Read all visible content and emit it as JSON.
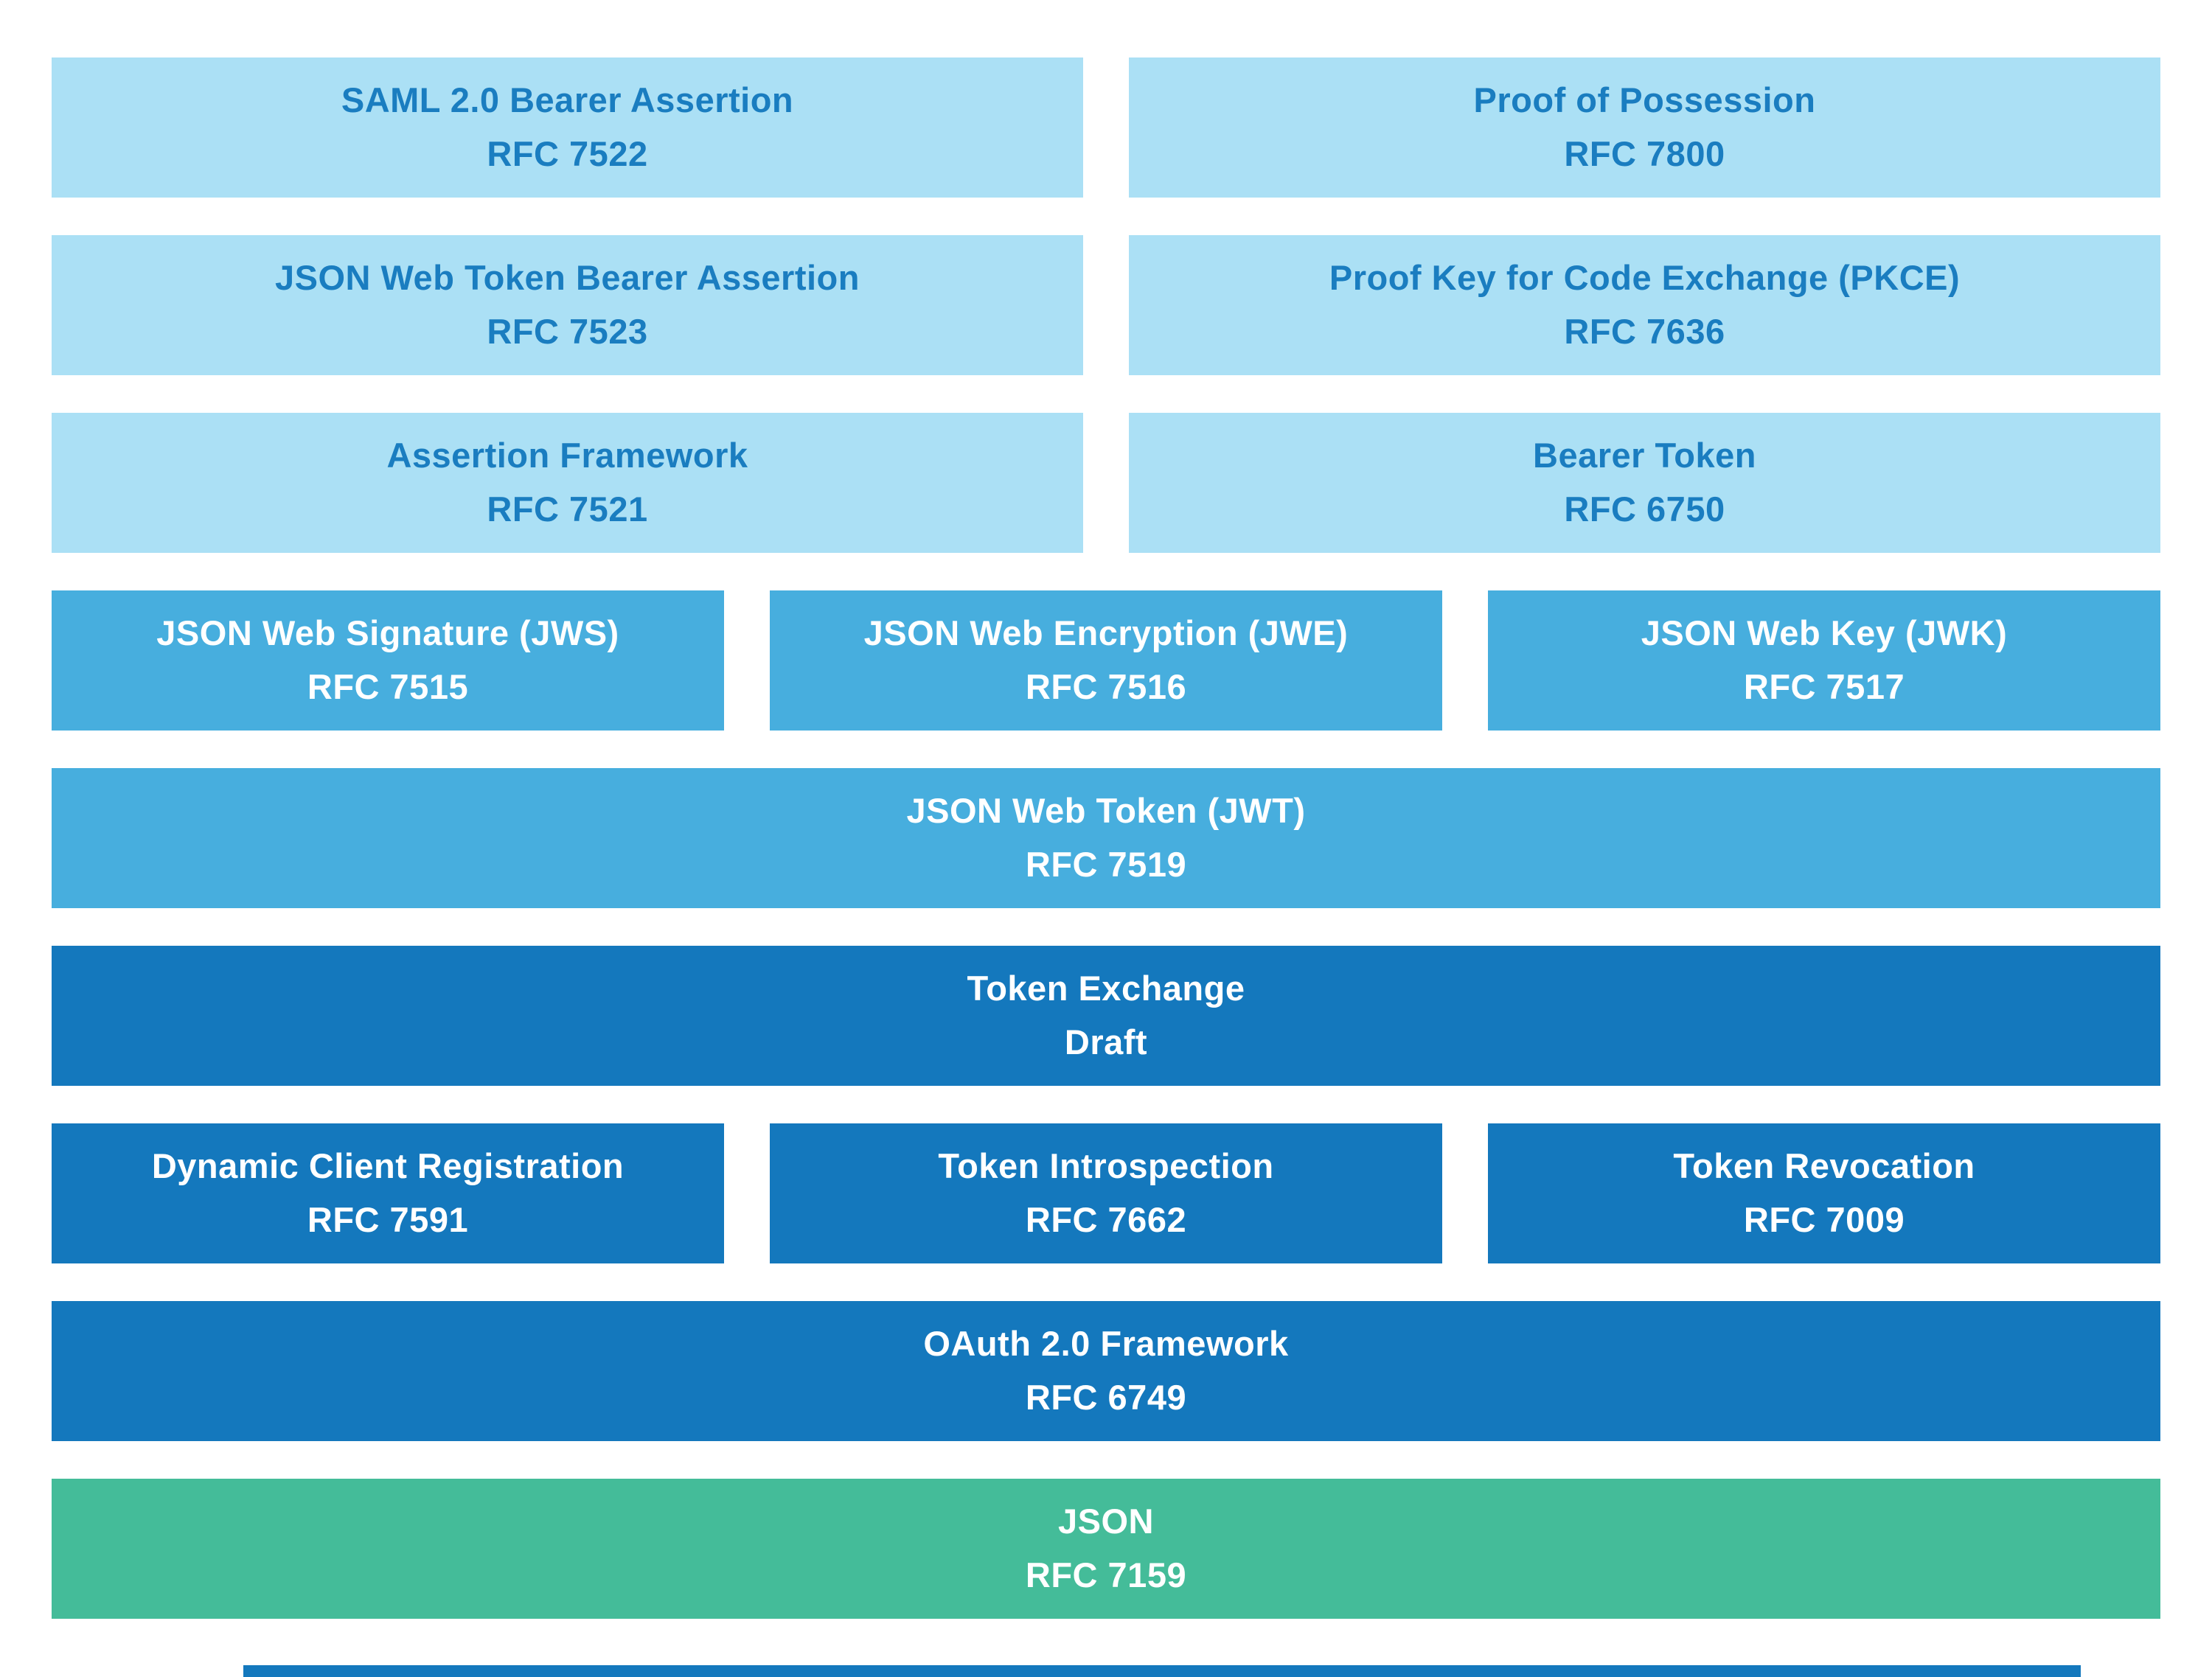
{
  "colors": {
    "light_blue": "#abe0f5",
    "medium_blue": "#47aede",
    "dark_blue": "#1478bd",
    "green": "#44bc99",
    "text_blue": "#1a7dc0",
    "text_white": "#ffffff",
    "background": "#ffffff"
  },
  "rows": [
    {
      "columns": 2,
      "tone": "light",
      "cells": [
        {
          "id": "saml-2-0-bearer-assertion",
          "title": "SAML 2.0 Bearer Assertion",
          "rfc": "RFC 7522"
        },
        {
          "id": "proof-of-possession",
          "title": "Proof of Possession",
          "rfc": "RFC 7800"
        }
      ]
    },
    {
      "columns": 2,
      "tone": "light",
      "cells": [
        {
          "id": "json-web-token-bearer-assertion",
          "title": "JSON Web Token Bearer Assertion",
          "rfc": "RFC 7523"
        },
        {
          "id": "proof-key-for-code-exchange",
          "title": "Proof Key for Code Exchange (PKCE)",
          "rfc": "RFC 7636"
        }
      ]
    },
    {
      "columns": 2,
      "tone": "light",
      "cells": [
        {
          "id": "assertion-framework",
          "title": "Assertion Framework",
          "rfc": "RFC 7521"
        },
        {
          "id": "bearer-token",
          "title": "Bearer Token",
          "rfc": "RFC 6750"
        }
      ]
    },
    {
      "columns": 3,
      "tone": "mid",
      "cells": [
        {
          "id": "json-web-signature",
          "title": "JSON Web Signature (JWS)",
          "rfc": "RFC 7515"
        },
        {
          "id": "json-web-encryption",
          "title": "JSON Web Encryption (JWE)",
          "rfc": "RFC 7516"
        },
        {
          "id": "json-web-key",
          "title": "JSON Web Key (JWK)",
          "rfc": "RFC 7517"
        }
      ]
    },
    {
      "columns": 1,
      "tone": "mid",
      "cells": [
        {
          "id": "json-web-token",
          "title": "JSON Web Token (JWT)",
          "rfc": "RFC 7519"
        }
      ]
    },
    {
      "columns": 1,
      "tone": "dark",
      "cells": [
        {
          "id": "token-exchange",
          "title": "Token Exchange",
          "rfc": "Draft"
        }
      ]
    },
    {
      "columns": 3,
      "tone": "dark",
      "cells": [
        {
          "id": "dynamic-client-registration",
          "title": "Dynamic Client Registration",
          "rfc": "RFC 7591"
        },
        {
          "id": "token-introspection",
          "title": "Token Introspection",
          "rfc": "RFC 7662"
        },
        {
          "id": "token-revocation",
          "title": "Token Revocation",
          "rfc": "RFC 7009"
        }
      ]
    },
    {
      "columns": 1,
      "tone": "dark",
      "cells": [
        {
          "id": "oauth-2-0-framework",
          "title": "OAuth 2.0 Framework",
          "rfc": "RFC 6749"
        }
      ]
    },
    {
      "columns": 1,
      "tone": "green",
      "cells": [
        {
          "id": "json",
          "title": "JSON",
          "rfc": "RFC 7159"
        }
      ]
    }
  ],
  "bottom_bar": {
    "id": "cropped-bottom-box",
    "tone": "dark"
  }
}
